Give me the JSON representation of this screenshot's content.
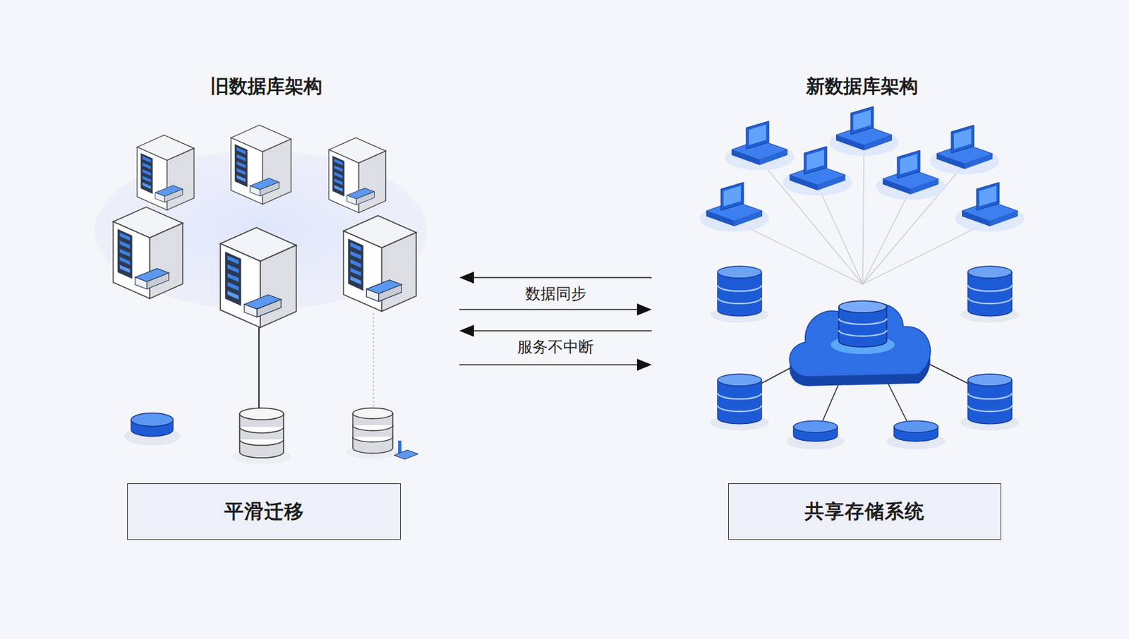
{
  "diagram": {
    "nodes": [
      {
        "text": [
          "旧数据库架构"
        ]
      },
      {
        "text": [
          "新数据库架构"
        ]
      },
      {
        "text": [
          "平滑迁移"
        ]
      },
      {
        "text": [
          "共享存储系统"
        ]
      }
    ],
    "edges": [
      {
        "from": 1,
        "to": 0,
        "arrow": "to",
        "label": "数据同步"
      },
      {
        "from": 0,
        "to": 1,
        "arrow": "to"
      },
      {
        "from": 1,
        "to": 0,
        "arrow": "to",
        "label": "服务不中断"
      },
      {
        "from": 0,
        "to": 1,
        "arrow": "to"
      }
    ]
  }
}
